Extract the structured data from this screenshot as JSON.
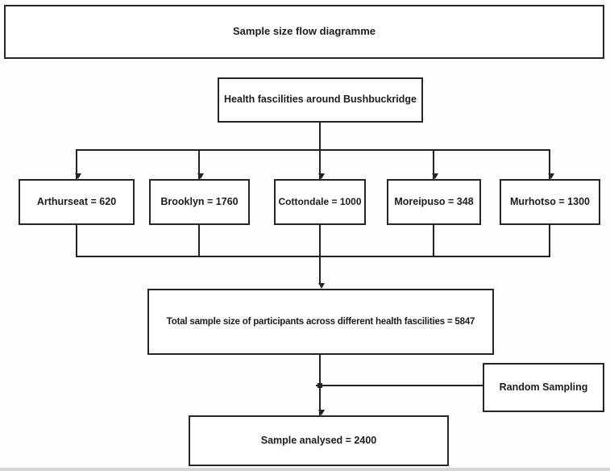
{
  "diagram": {
    "title": "Sample size flow diagramme",
    "root_label": "Health fascilities around Bushbuckridge",
    "facilities": [
      {
        "label": "Arthurseat = 620"
      },
      {
        "label": "Brooklyn = 1760"
      },
      {
        "label": "Cottondale = 1000"
      },
      {
        "label": "Moreipuso = 348"
      },
      {
        "label": "Murhotso = 1300"
      }
    ],
    "total_label": "Total sample size of participants across different health fascilities = 5847",
    "random_sampling_label": "Random Sampling",
    "analysed_label": "Sample analysed = 2400"
  },
  "colors": {
    "box_border": "#262626",
    "line": "#232323",
    "box_fill": "#ffffff",
    "background": "#fdfdfd",
    "text": "#1c1c1c"
  }
}
